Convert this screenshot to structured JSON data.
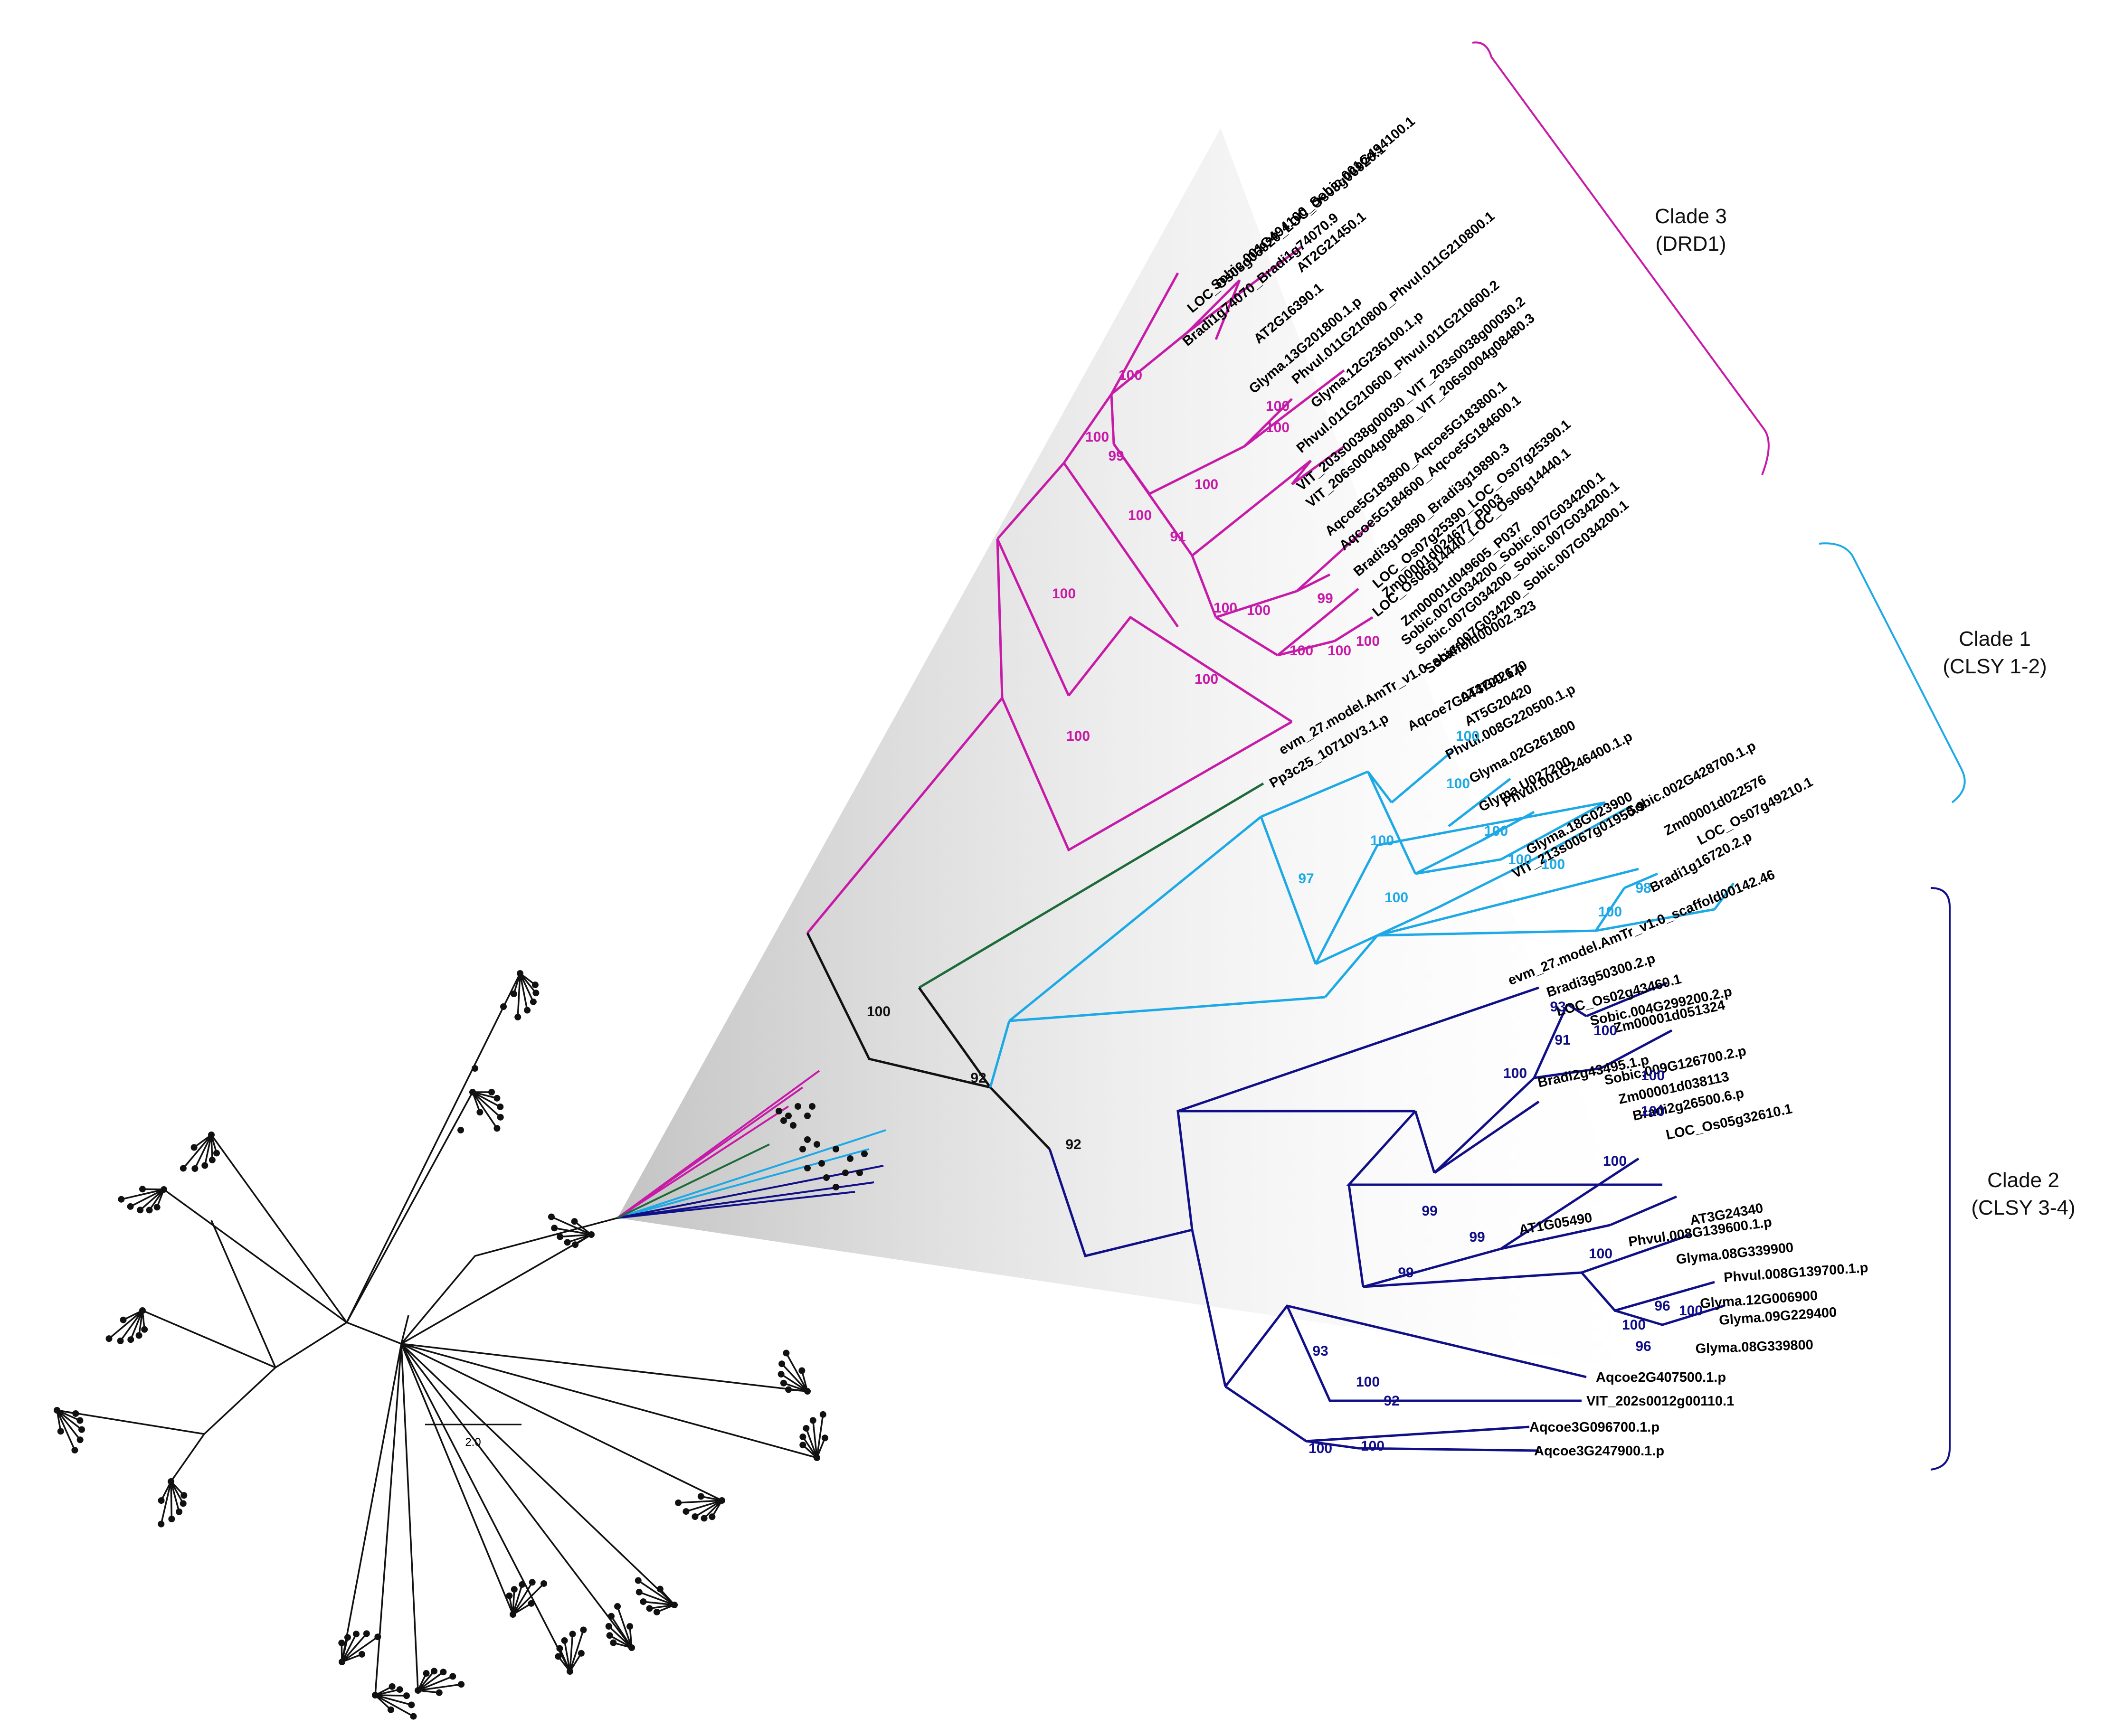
{
  "colors": {
    "clade3": "#c71aa8",
    "clade1": "#1ca9e6",
    "clade2": "#100f88",
    "pp": "#1e6b3a",
    "base": "#111111",
    "cone": "#c8c8c8"
  },
  "clades": [
    {
      "key": "clade3",
      "name": "Clade 3",
      "sub": "(DRD1)"
    },
    {
      "key": "clade1",
      "name": "Clade 1",
      "sub": "(CLSY 1-2)"
    },
    {
      "key": "clade2",
      "name": "Clade 2",
      "sub": "(CLSY 3-4)"
    }
  ],
  "leaves": [
    {
      "label": "Sobic.001G494100_Sobic.001G494100.1",
      "clade": "clade3"
    },
    {
      "label": "LOC_Os03g06920_LOC_Os03g06920.1",
      "clade": "clade3"
    },
    {
      "label": "Bradi1g74070_Bradi1g74070.9",
      "clade": "clade3"
    },
    {
      "label": "AT2G21450.1",
      "clade": "clade3"
    },
    {
      "label": "AT2G16390.1",
      "clade": "clade3"
    },
    {
      "label": "Glyma.13G201800.1.p",
      "clade": "clade3"
    },
    {
      "label": "Phvul.011G210800_Phvul.011G210800.1",
      "clade": "clade3"
    },
    {
      "label": "Glyma.12G236100.1.p",
      "clade": "clade3"
    },
    {
      "label": "Phvul.011G210600_Phvul.011G210600.2",
      "clade": "clade3"
    },
    {
      "label": "VIT_203s0038g00030_VIT_203s0038g00030.2",
      "clade": "clade3"
    },
    {
      "label": "VIT_206s0004g08480_VIT_206s0004g08480.3",
      "clade": "clade3"
    },
    {
      "label": "Aqcoe5G183800_Aqcoe5G183800.1",
      "clade": "clade3"
    },
    {
      "label": "Aqcoe5G184600_Aqcoe5G184600.1",
      "clade": "clade3"
    },
    {
      "label": "Bradi3g19890_Bradi3g19890.3",
      "clade": "clade3"
    },
    {
      "label": "LOC_Os07g25390_LOC_Os07g25390.1",
      "clade": "clade3"
    },
    {
      "label": "Zm00001d024677_P003",
      "clade": "clade3"
    },
    {
      "label": "LOC_Os06g14440_LOC_Os06g14440.1",
      "clade": "clade3"
    },
    {
      "label": "Zm00001d049605_P037",
      "clade": "clade3"
    },
    {
      "label": "Sobic.007G034200_Sobic.007G034200.1",
      "clade": "clade3"
    },
    {
      "label": "Sobic.007G034200_Sobic.007G034200.1",
      "clade": "clade3"
    },
    {
      "label": "Sobic.007G034200_Sobic.007G034200.1",
      "clade": "clade3"
    },
    {
      "label": "evm_27.model.AmTr_v1.0_scaffold00002.323",
      "clade": "clade3"
    },
    {
      "label": "Pp3c25_10710V3.1.p",
      "clade": "pp"
    },
    {
      "label": "Aqcoe7G044700.1.p",
      "clade": "clade1"
    },
    {
      "label": "AT3G42670",
      "clade": "clade1"
    },
    {
      "label": "AT5G20420",
      "clade": "clade1"
    },
    {
      "label": "Phvul.008G220500.1.p",
      "clade": "clade1"
    },
    {
      "label": "Glyma.02G261800",
      "clade": "clade1"
    },
    {
      "label": "Glyma.U027200",
      "clade": "clade1"
    },
    {
      "label": "Phvul.001G246400.1.p",
      "clade": "clade1"
    },
    {
      "label": "Glyma.18G023900",
      "clade": "clade1"
    },
    {
      "label": "VIT_213s0067g01950.9",
      "clade": "clade1"
    },
    {
      "label": "Sobic.002G428700.1.p",
      "clade": "clade1"
    },
    {
      "label": "Zm00001d022576",
      "clade": "clade1"
    },
    {
      "label": "LOC_Os07g49210.1",
      "clade": "clade1"
    },
    {
      "label": "Bradi1g16720.2.p",
      "clade": "clade1"
    },
    {
      "label": "evm_27.model.AmTr_v1.0_scaffold00142.46",
      "clade": "clade1"
    },
    {
      "label": "Bradi3g50300.2.p",
      "clade": "clade2"
    },
    {
      "label": "LOC_Os02g43460.1",
      "clade": "clade2"
    },
    {
      "label": "Sobic.004G299200.2.p",
      "clade": "clade2"
    },
    {
      "label": "Zm00001d051324",
      "clade": "clade2"
    },
    {
      "label": "Bradi2g43495.1.p",
      "clade": "clade2"
    },
    {
      "label": "Sobic.009G126700.2.p",
      "clade": "clade2"
    },
    {
      "label": "Zm00001d038113",
      "clade": "clade2"
    },
    {
      "label": "Bradi2g26500.6.p",
      "clade": "clade2"
    },
    {
      "label": "LOC_Os05g32610.1",
      "clade": "clade2"
    },
    {
      "label": "AT1G05490",
      "clade": "clade2"
    },
    {
      "label": "AT3G24340",
      "clade": "clade2"
    },
    {
      "label": "Phvul.008G139600.1.p",
      "clade": "clade2"
    },
    {
      "label": "Glyma.08G339900",
      "clade": "clade2"
    },
    {
      "label": "Phvul.008G139700.1.p",
      "clade": "clade2"
    },
    {
      "label": "Glyma.12G006900",
      "clade": "clade2"
    },
    {
      "label": "Glyma.09G229400",
      "clade": "clade2"
    },
    {
      "label": "Glyma.08G339800",
      "clade": "clade2"
    },
    {
      "label": "Aqcoe2G407500.1.p",
      "clade": "clade2"
    },
    {
      "label": "VIT_202s0012g00110.1",
      "clade": "clade2"
    },
    {
      "label": "Aqcoe3G096700.1.p",
      "clade": "clade2"
    },
    {
      "label": "Aqcoe3G247900.1.p",
      "clade": "clade2"
    }
  ],
  "bootstraps": [
    {
      "value": "100",
      "clade": "clade3"
    },
    {
      "value": "100",
      "clade": "clade3"
    },
    {
      "value": "99",
      "clade": "clade3"
    },
    {
      "value": "100",
      "clade": "clade3"
    },
    {
      "value": "100",
      "clade": "clade3"
    },
    {
      "value": "100",
      "clade": "clade3"
    },
    {
      "value": "100",
      "clade": "clade3"
    },
    {
      "value": "91",
      "clade": "clade3"
    },
    {
      "value": "100",
      "clade": "clade3"
    },
    {
      "value": "100",
      "clade": "clade3"
    },
    {
      "value": "100",
      "clade": "clade3"
    },
    {
      "value": "99",
      "clade": "clade3"
    },
    {
      "value": "100",
      "clade": "clade3"
    },
    {
      "value": "100",
      "clade": "clade3"
    },
    {
      "value": "100",
      "clade": "clade3"
    },
    {
      "value": "100",
      "clade": "clade3"
    },
    {
      "value": "100",
      "clade": "clade3"
    },
    {
      "value": "100",
      "clade": "clade1"
    },
    {
      "value": "100",
      "clade": "clade1"
    },
    {
      "value": "100",
      "clade": "clade1"
    },
    {
      "value": "100",
      "clade": "clade1"
    },
    {
      "value": "100",
      "clade": "clade1"
    },
    {
      "value": "100",
      "clade": "clade1"
    },
    {
      "value": "100",
      "clade": "clade1"
    },
    {
      "value": "98",
      "clade": "clade1"
    },
    {
      "value": "100",
      "clade": "clade1"
    },
    {
      "value": "97",
      "clade": "clade1"
    },
    {
      "value": "93",
      "clade": "clade2"
    },
    {
      "value": "91",
      "clade": "clade2"
    },
    {
      "value": "100",
      "clade": "clade2"
    },
    {
      "value": "100",
      "clade": "clade2"
    },
    {
      "value": "100",
      "clade": "clade2"
    },
    {
      "value": "100",
      "clade": "clade2"
    },
    {
      "value": "100",
      "clade": "clade2"
    },
    {
      "value": "99",
      "clade": "clade2"
    },
    {
      "value": "99",
      "clade": "clade2"
    },
    {
      "value": "99",
      "clade": "clade2"
    },
    {
      "value": "100",
      "clade": "clade2"
    },
    {
      "value": "96",
      "clade": "clade2"
    },
    {
      "value": "100",
      "clade": "clade2"
    },
    {
      "value": "100",
      "clade": "clade2"
    },
    {
      "value": "96",
      "clade": "clade2"
    },
    {
      "value": "93",
      "clade": "clade2"
    },
    {
      "value": "100",
      "clade": "clade2"
    },
    {
      "value": "92",
      "clade": "clade2"
    },
    {
      "value": "100",
      "clade": "clade2"
    },
    {
      "value": "100",
      "clade": "clade2"
    },
    {
      "value": "100",
      "clade": "base"
    },
    {
      "value": "92",
      "clade": "base"
    },
    {
      "value": "92",
      "clade": "base"
    }
  ],
  "scale_bar": {
    "label": "2.0"
  }
}
